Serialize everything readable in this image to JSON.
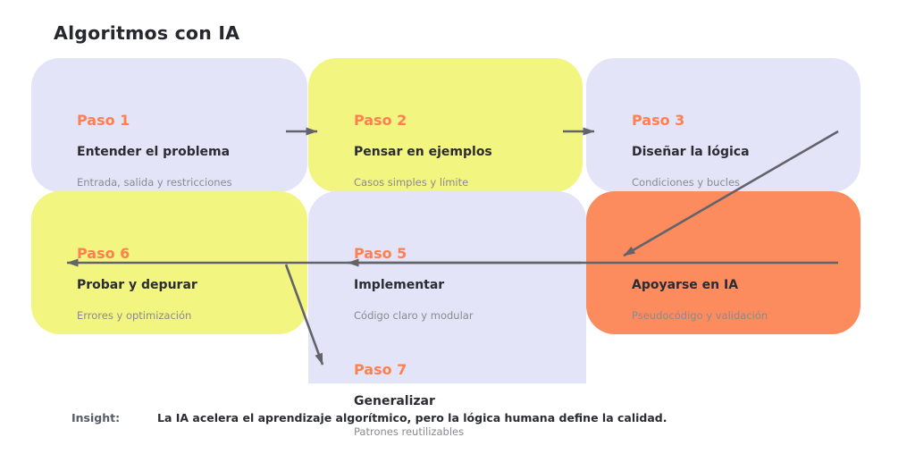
{
  "title": "Algoritmos con IA",
  "cards": [
    {
      "step": "Paso 1",
      "title": "Entender el problema",
      "subtitle": "Entrada, salida y restricciones"
    },
    {
      "step": "Paso 2",
      "title": "Pensar en ejemplos",
      "subtitle": "Casos simples y límite"
    },
    {
      "step": "Paso 3",
      "title": "Diseñar la lógica",
      "subtitle": "Condiciones y bucles"
    },
    {
      "step": "",
      "title": "Apoyarse en IA",
      "subtitle": "Pseudocódigo y validación"
    },
    {
      "step": "Paso 5",
      "title": "Implementar",
      "subtitle": "Código claro y modular"
    },
    {
      "step": "Paso 6",
      "title": "Probar y depurar",
      "subtitle": "Errores y optimización"
    },
    {
      "step": "Paso 7",
      "title": "Generalizar",
      "subtitle": "Patrones reutilizables"
    }
  ],
  "insight": {
    "label": "Insight:",
    "text": "La IA acelera el aprendizaje algorítmico, pero la lógica humana define la calidad."
  },
  "connectors": [
    {
      "from": "paso-1",
      "to": "paso-2"
    },
    {
      "from": "paso-2",
      "to": "paso-3"
    },
    {
      "from": "paso-3",
      "to": "apoyarse-en-ia"
    },
    {
      "from": "apoyarse-en-ia",
      "to": "paso-5"
    },
    {
      "from": "paso-5",
      "to": "paso-6"
    },
    {
      "from": "paso-6",
      "to": "paso-7"
    }
  ],
  "colors": {
    "card_lavender": "#e4e4f8",
    "card_yellow": "#f2f57f",
    "card_orange": "#fc8b5e",
    "step_label": "#ff7f50",
    "heading_text": "#2b2b33",
    "subtitle_text": "#8a8a92",
    "arrow": "#63636b",
    "background": "#ffffff"
  }
}
